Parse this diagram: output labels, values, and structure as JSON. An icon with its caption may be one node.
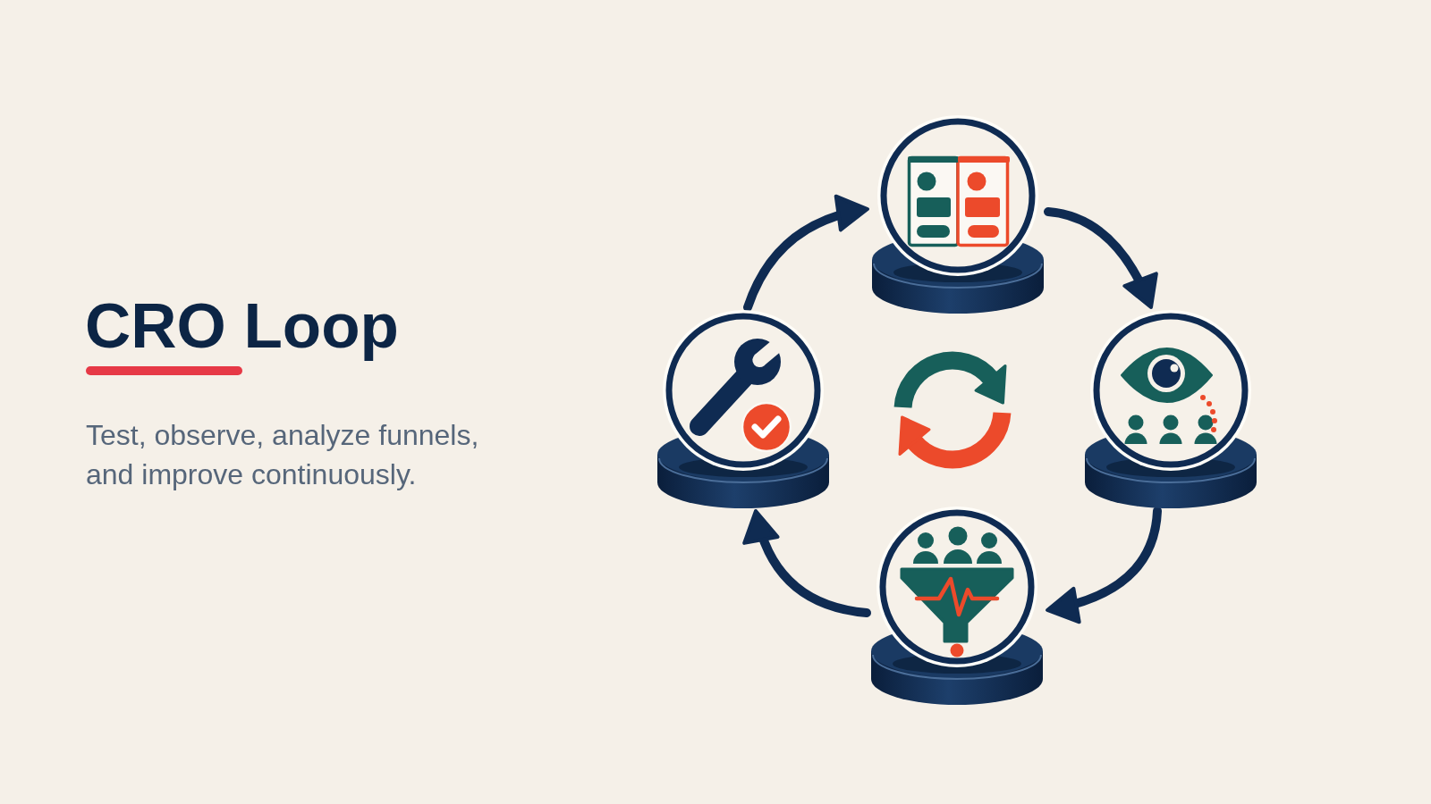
{
  "diagram": {
    "title": "CRO Loop",
    "nodes": [
      {
        "text": [],
        "shape": "circle"
      },
      {
        "text": [],
        "shape": "circle"
      },
      {
        "text": [],
        "shape": "circle"
      },
      {
        "text": [],
        "shape": "circle"
      }
    ],
    "edges": [
      {
        "from": 0,
        "to": 1,
        "arrow": "to"
      },
      {
        "from": 1,
        "to": 2,
        "arrow": "to"
      },
      {
        "from": 2,
        "to": 3,
        "arrow": "to"
      },
      {
        "from": 3,
        "to": 0,
        "arrow": "to"
      }
    ],
    "labels": [
      "Test, observe, analyze funnels, and improve continuously."
    ]
  }
}
